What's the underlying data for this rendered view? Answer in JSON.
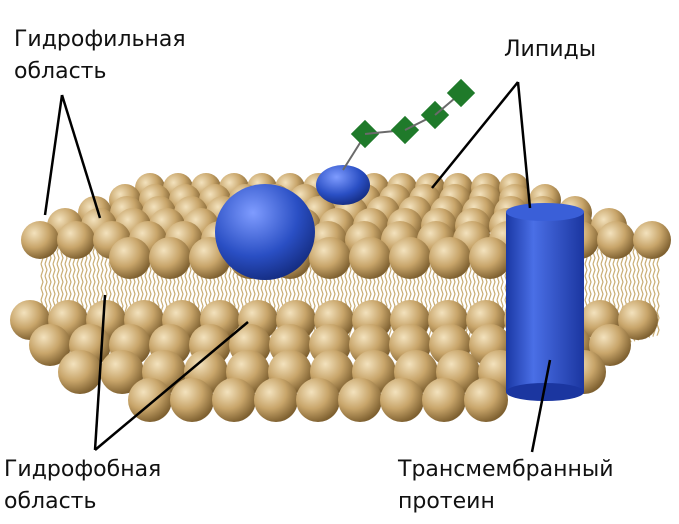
{
  "labels": {
    "hydrophilic_line1": "Гидрофильная",
    "hydrophilic_line2": "область",
    "lipids": "Липиды",
    "hydrophobic_line1": "Гидрофобная",
    "hydrophobic_line2": "область",
    "protein_line1": "Трансмембранный",
    "protein_line2": "протеин"
  },
  "colors": {
    "lipid_head": "#c8a56a",
    "lipid_tail": "#c9ad74",
    "protein": "#2a4fc4",
    "glycan": "#1f7a2a",
    "line": "#000000"
  }
}
